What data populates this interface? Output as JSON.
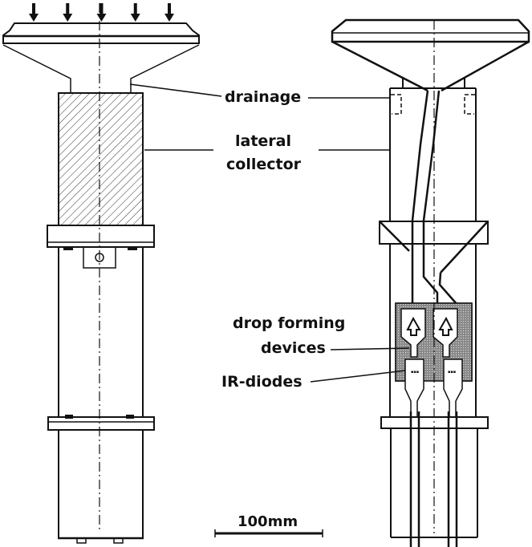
{
  "figure": {
    "subject": "rain gauge with drop forming devices",
    "views": [
      "side-view",
      "cross-section"
    ],
    "colors": {
      "line": "#111111",
      "background": "#ffffff",
      "fill_gray": "#9a9a9a"
    }
  },
  "labels": {
    "drainage": "drainage",
    "lateral": "lateral",
    "collector": "collector",
    "drop_forming": "drop forming",
    "devices": "devices",
    "ir_diodes": "IR-diodes"
  },
  "scale_bar": {
    "label": "100mm",
    "value": 100,
    "unit": "mm"
  },
  "arrows": {
    "count": 5,
    "direction": "down"
  }
}
